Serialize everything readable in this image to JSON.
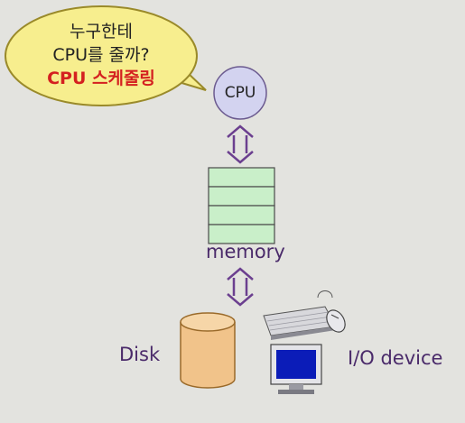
{
  "speech_bubble": {
    "line1": "누구한테",
    "line2": "CPU를 줄까?",
    "line3": "CPU 스케줄링",
    "fill_color": "#f7ee8e",
    "accent_color": "#d42020"
  },
  "cpu": {
    "label": "CPU",
    "fill_color": "#d3d3f0"
  },
  "memory": {
    "label": "memory",
    "fill_color": "#c9efc9"
  },
  "disk": {
    "label": "Disk",
    "fill_color": "#f1c38a"
  },
  "io_device": {
    "label": "I/O device"
  },
  "connectors": {
    "color": "#6b3f8f"
  }
}
